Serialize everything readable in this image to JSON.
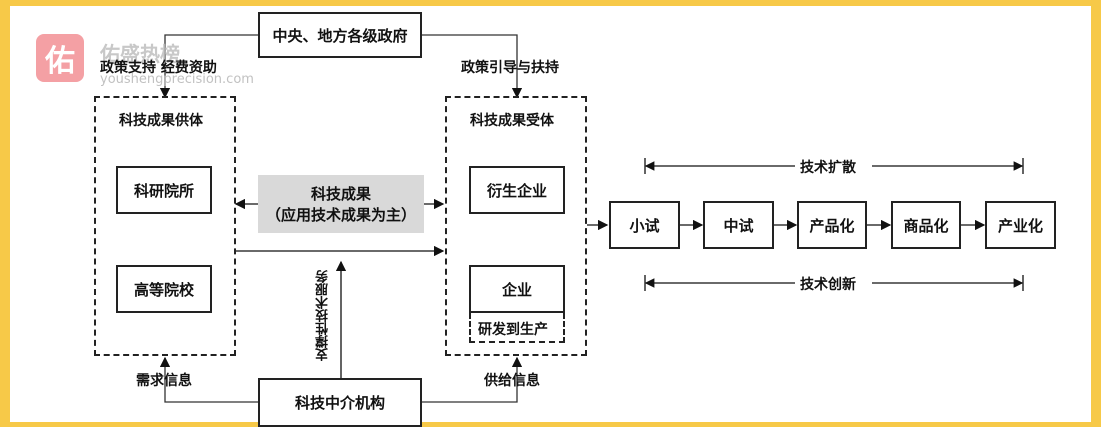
{
  "watermark": {
    "logo_char": "佑",
    "name": "佑盛热榜",
    "url": "youshengprecision.com"
  },
  "government": {
    "label": "中央、地方各级政府",
    "left_edge_label": "政策支持 经费资助",
    "right_edge_label": "政策引导与扶持"
  },
  "supply_side": {
    "title": "科技成果供体",
    "items": [
      "科研院所",
      "高等院校"
    ]
  },
  "demand_side": {
    "title": "科技成果受体",
    "items": [
      "衍生企业",
      "企业"
    ],
    "sub_label": "研发到生产"
  },
  "achievement": {
    "line1": "科技成果",
    "line2": "（应用技术成果为主）"
  },
  "intermediary": {
    "label": "科技中介机构",
    "up_label": "支撑性技术服务",
    "left_label": "需求信息",
    "right_label": "供给信息"
  },
  "process": {
    "top_span_label": "技术扩散",
    "bottom_span_label": "技术创新",
    "stages": [
      "小试",
      "中试",
      "产品化",
      "商品化",
      "产业化"
    ]
  }
}
